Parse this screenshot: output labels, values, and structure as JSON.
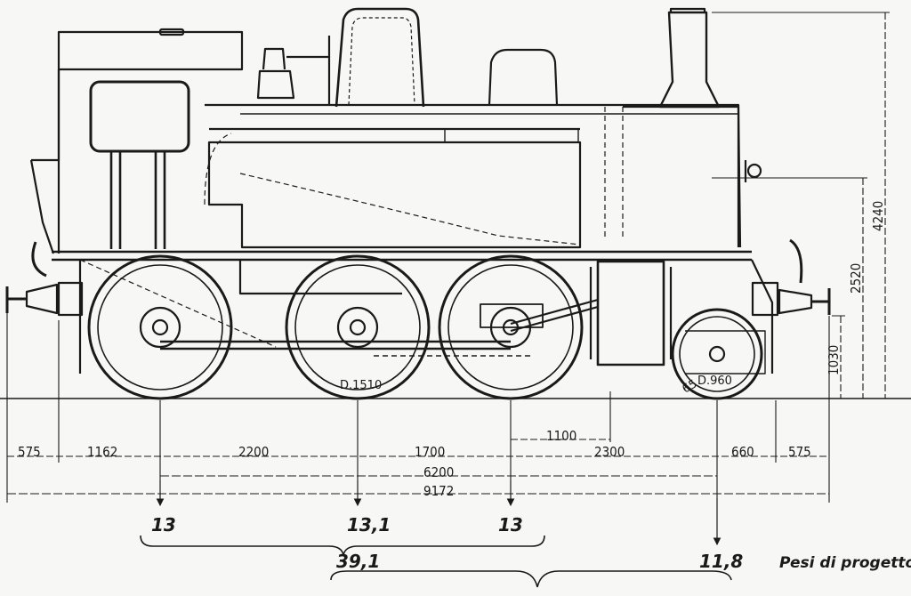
{
  "dimensions": {
    "horizontal": {
      "front_overhang": "575",
      "buffer_to_first_axle": "1162",
      "axle_1_2": "2200",
      "axle_2_3": "1700",
      "axle_3_bogie": "2300",
      "bogie_to_rear": "660",
      "rear_overhang": "575",
      "axle_offset": "1100",
      "wheelbase_total": "6200",
      "length_total": "9172"
    },
    "vertical": {
      "height_total": "4240",
      "boiler_axis": "2520",
      "buffer_height": "1030"
    },
    "wheels": {
      "driving_diameter": "D.1510",
      "bogie_diameter": "D.960",
      "bogie_offset": "65"
    }
  },
  "weights": {
    "axle_1": "13",
    "axle_2": "13,1",
    "axle_3": "13",
    "coupled_total": "39,1",
    "bogie": "11,8",
    "caption": "Pesi di progetto"
  }
}
